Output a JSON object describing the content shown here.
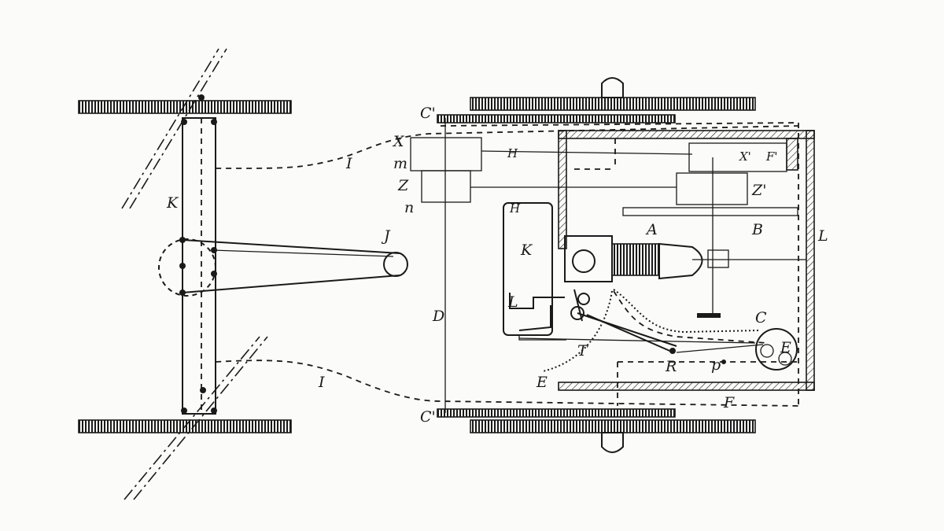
{
  "labels": {
    "I_top": "I",
    "I_bottom": "I",
    "J": "J",
    "K_left": "K",
    "X": "X",
    "m": "m",
    "Z": "Z",
    "n": "n",
    "C1_top": "C'",
    "C1_bottom": "C'",
    "H_top": "H",
    "H_cyl": "H",
    "K": "K",
    "L_left": "L",
    "A": "A",
    "B": "B",
    "L_right": "L",
    "X1": "X'",
    "F1": "F'",
    "Z1": "Z'",
    "D": "D",
    "C": "C",
    "E_right": "E",
    "T": "T",
    "R": "R",
    "p": "p",
    "E_left": "E",
    "F": "F"
  }
}
